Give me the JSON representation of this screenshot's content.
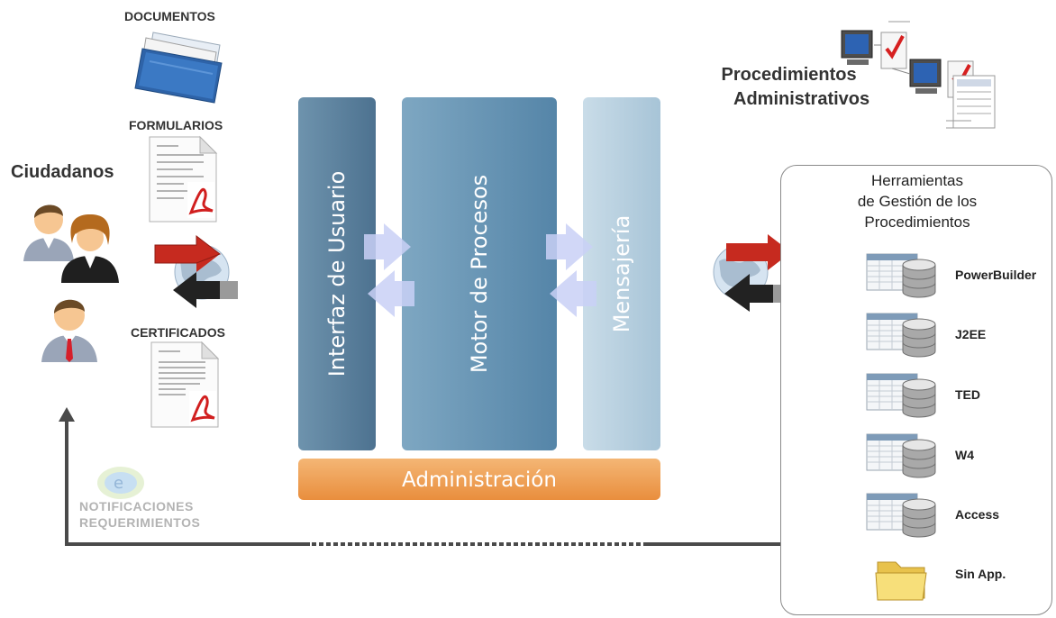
{
  "left": {
    "citizens_title": "Ciudadanos",
    "documents_label": "DOCUMENTOS",
    "forms_label": "FORMULARIOS",
    "certificates_label": "CERTIFICADOS",
    "notifications_line1": "NOTIFICACIONES",
    "notifications_line2": "REQUERIMIENTOS"
  },
  "center": {
    "ui_column": "Interfaz de Usuario",
    "process_engine_column": "Motor de Procesos",
    "messaging_column": "Mensajería",
    "admin_bar": "Administración"
  },
  "top_right": {
    "title_line1": "Procedimientos",
    "title_line2": "Administrativos"
  },
  "tools": {
    "title_line1": "Herramientas",
    "title_line2": "de Gestión de los",
    "title_line3": "Procedimientos",
    "items": [
      {
        "label": "PowerBuilder",
        "icon": "database-icon"
      },
      {
        "label": "J2EE",
        "icon": "database-icon"
      },
      {
        "label": "TED",
        "icon": "database-icon"
      },
      {
        "label": "W4",
        "icon": "database-icon"
      },
      {
        "label": "Access",
        "icon": "database-icon"
      },
      {
        "label": "Sin App.",
        "icon": "folder-icon"
      }
    ]
  },
  "colors": {
    "ui_column": "#5b809c",
    "process_column": "#6b97b7",
    "messaging_column": "#b8d0e0",
    "admin_bar": "#ee9c4f",
    "arrow_red": "#c62a1f",
    "arrow_black": "#222222"
  }
}
